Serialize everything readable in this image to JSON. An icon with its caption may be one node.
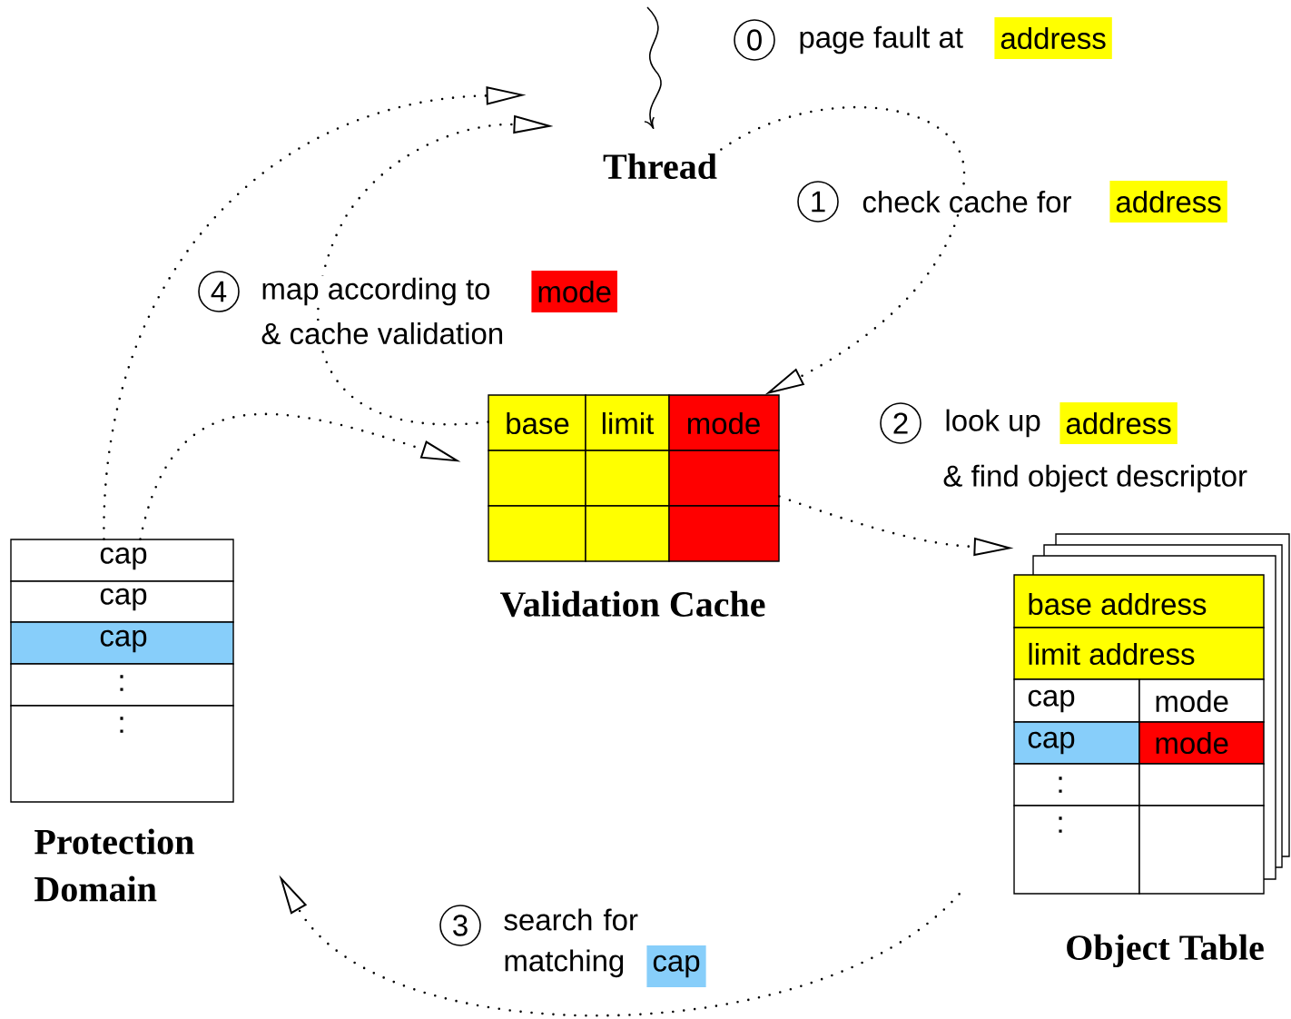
{
  "diagram": {
    "nodes": [
      {
        "text": [
          "Thread"
        ]
      },
      {
        "text": [
          "base",
          "limit",
          "mode",
          "Validation Cache"
        ]
      },
      {
        "text": [
          "cap",
          "cap",
          "cap",
          ":",
          ":",
          "Protection Domain"
        ]
      },
      {
        "text": [
          "base address",
          "limit address",
          "cap",
          "mode",
          "cap",
          "mode",
          ":",
          ":",
          "Object Table"
        ]
      }
    ],
    "edges": [
      {
        "from": 0,
        "to": 1,
        "arrow": "to"
      },
      {
        "from": 1,
        "to": 3,
        "arrow": "to"
      },
      {
        "from": 3,
        "to": 2,
        "arrow": "to"
      },
      {
        "from": 2,
        "to": 0,
        "arrow": "to"
      },
      {
        "from": 1,
        "to": 0,
        "arrow": "to"
      },
      {
        "from": 2,
        "to": 1,
        "arrow": "to"
      }
    ],
    "labels": [
      "0",
      "page fault at",
      "address",
      "1",
      "check cache for",
      "address",
      "4",
      "map according to",
      "mode",
      "& cache validation",
      "2",
      "look up",
      "address",
      "& find object descriptor",
      "3",
      "search for matching",
      "cap"
    ]
  }
}
